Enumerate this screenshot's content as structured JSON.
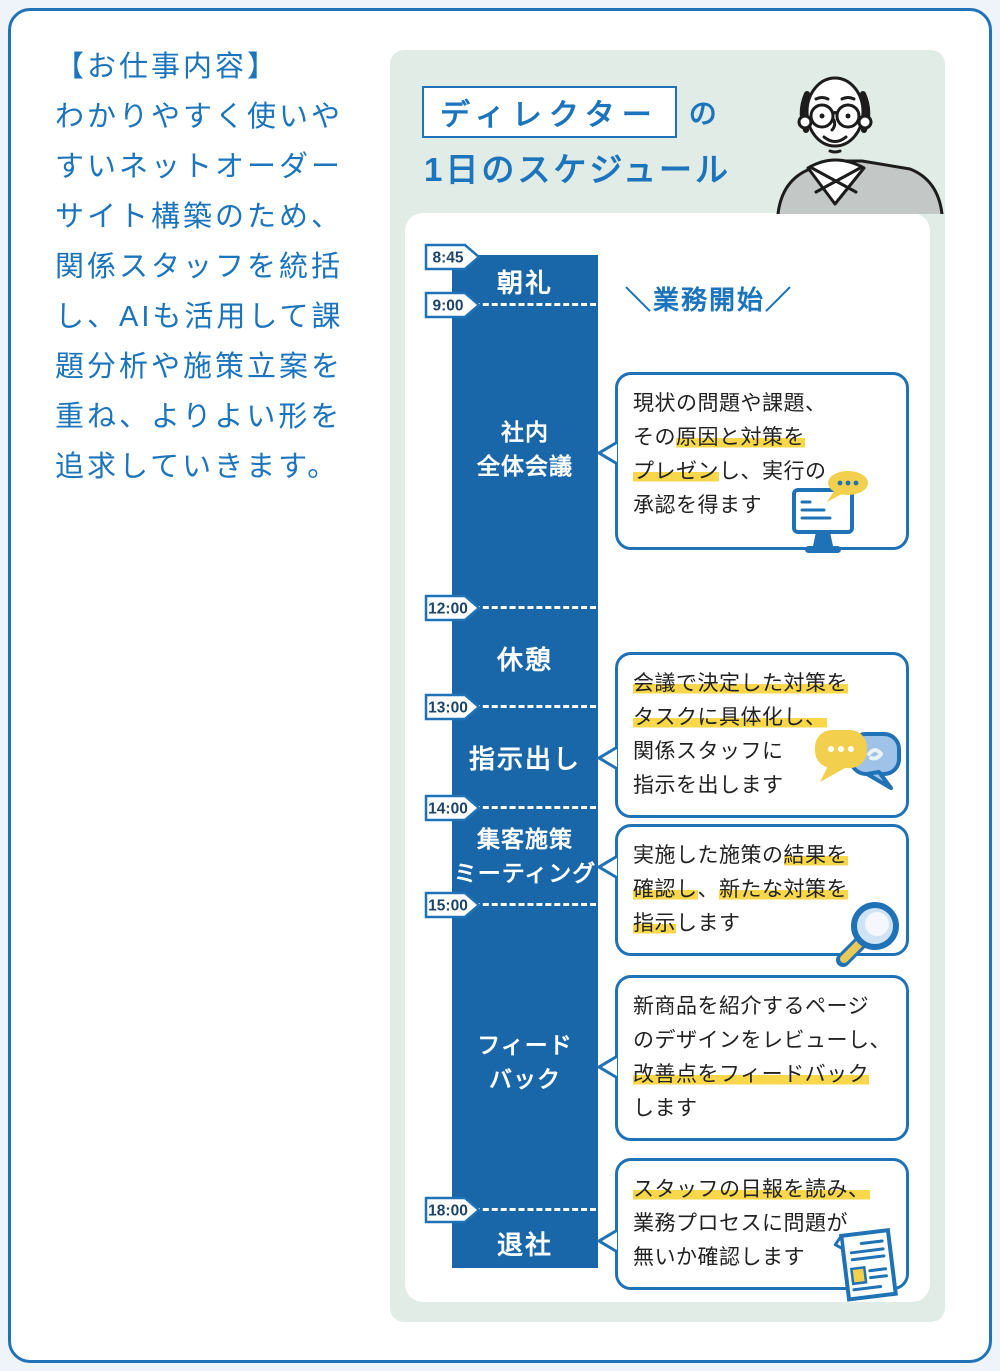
{
  "colors": {
    "accent_blue": "#1b74bc",
    "bar_blue": "#1967a9",
    "border_blue": "#1f72b5",
    "highlight_yellow": "#f8d74b",
    "panel_green": "#e0ece5",
    "badge_text_navy": "#1d4468"
  },
  "left_panel": {
    "heading": "【お仕事内容】",
    "body": "わかりやすく使いや\nすいネットオーダー\nサイト構築のため、\n関係スタッフを統括\nし、AIも活用して課\n題分析や施策立案を\n重ね、よりよい形を\n追求していきます。"
  },
  "header": {
    "role": "ディレクター",
    "particle": "の",
    "title": "1日のスケジュール",
    "illustration": "director-portrait"
  },
  "timeline": {
    "start_note": "＼業務開始／",
    "times": [
      {
        "label": "8:45"
      },
      {
        "label": "9:00"
      },
      {
        "label": "12:00"
      },
      {
        "label": "13:00"
      },
      {
        "label": "14:00"
      },
      {
        "label": "15:00"
      },
      {
        "label": "18:00"
      }
    ],
    "activities": [
      {
        "label": "朝礼"
      },
      {
        "label": "社内\n全体会議"
      },
      {
        "label": "休憩"
      },
      {
        "label": "指示出し"
      },
      {
        "label": "集客施策\nミーティング"
      },
      {
        "label": "フィード\nバック"
      },
      {
        "label": "退社"
      }
    ]
  },
  "bubbles": [
    {
      "icon": "monitor-chat-icon",
      "segments": [
        {
          "text": "現状の問題や課題、\nその",
          "hl": false
        },
        {
          "text": "原因と対策を",
          "hl": true
        },
        {
          "text": "\n",
          "hl": false
        },
        {
          "text": "プレゼン",
          "hl": true
        },
        {
          "text": "し、実行の\n承認を得ます",
          "hl": false
        }
      ]
    },
    {
      "icon": "chat-bubbles-icon",
      "segments": [
        {
          "text": "会議で決定した対策を",
          "hl": true
        },
        {
          "text": "\n",
          "hl": false
        },
        {
          "text": "タスクに具体化し、",
          "hl": true
        },
        {
          "text": "\n関係スタッフに\n指示を出します",
          "hl": false
        }
      ]
    },
    {
      "icon": "magnifier-icon",
      "segments": [
        {
          "text": "実施した施策の",
          "hl": false
        },
        {
          "text": "結果を",
          "hl": true
        },
        {
          "text": "\n",
          "hl": false
        },
        {
          "text": "確認し",
          "hl": true
        },
        {
          "text": "、",
          "hl": false
        },
        {
          "text": "新たな対策を",
          "hl": true
        },
        {
          "text": "\n",
          "hl": false
        },
        {
          "text": "指示",
          "hl": true
        },
        {
          "text": "します",
          "hl": false
        }
      ]
    },
    {
      "icon": "",
      "segments": [
        {
          "text": "新商品を紹介するページ\nのデザインをレビューし、\n",
          "hl": false
        },
        {
          "text": "改善点をフィードバック",
          "hl": true
        },
        {
          "text": "\nします",
          "hl": false
        }
      ]
    },
    {
      "icon": "daily-report-icon",
      "segments": [
        {
          "text": "スタッフの日報を読み、",
          "hl": true
        },
        {
          "text": "\n業務プロセスに問題が\n無いか確認します",
          "hl": false
        }
      ]
    }
  ]
}
